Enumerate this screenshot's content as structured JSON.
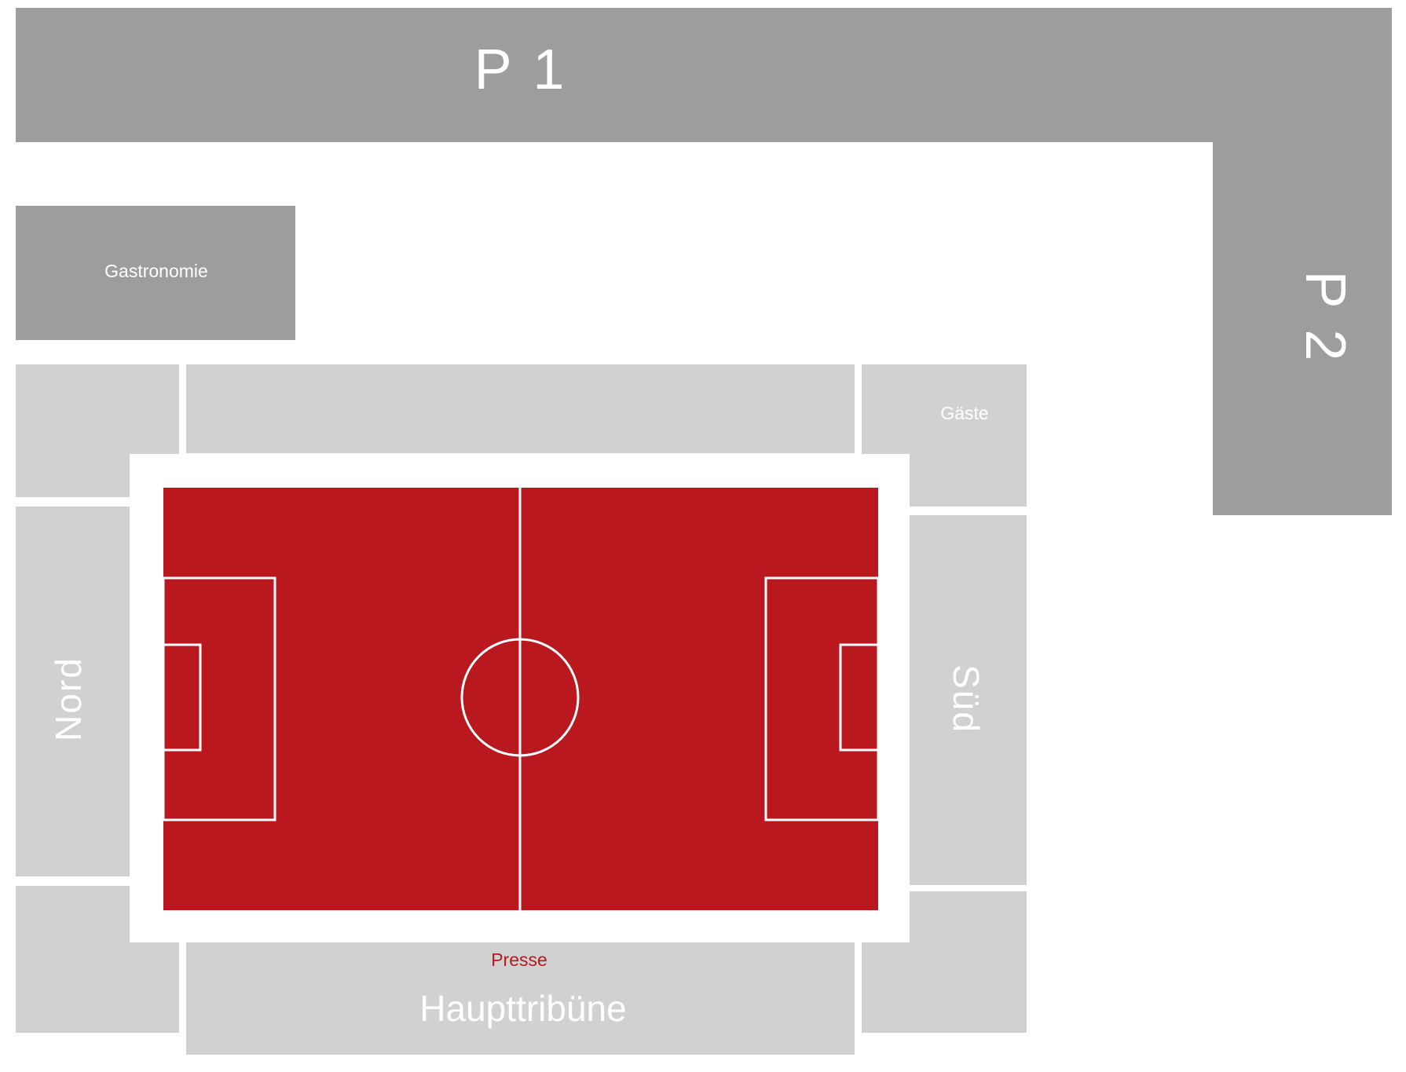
{
  "colors": {
    "background": "#ffffff",
    "parking": "#9e9d9e",
    "gastronomy": "#9e9d9e",
    "stand": "#d1d1d1",
    "pitch": "#b8181e",
    "pitch_lines": "#ffffff",
    "press_label": "#b8181e"
  },
  "parking": {
    "p1_label": "P 1",
    "p2_label": "P 2"
  },
  "gastronomy": {
    "label": "Gastronomie"
  },
  "stands": {
    "north_label": "Nord",
    "south_label": "Süd",
    "guests_label": "Gäste",
    "main_label": "Haupttribüne",
    "press_label": "Presse"
  }
}
